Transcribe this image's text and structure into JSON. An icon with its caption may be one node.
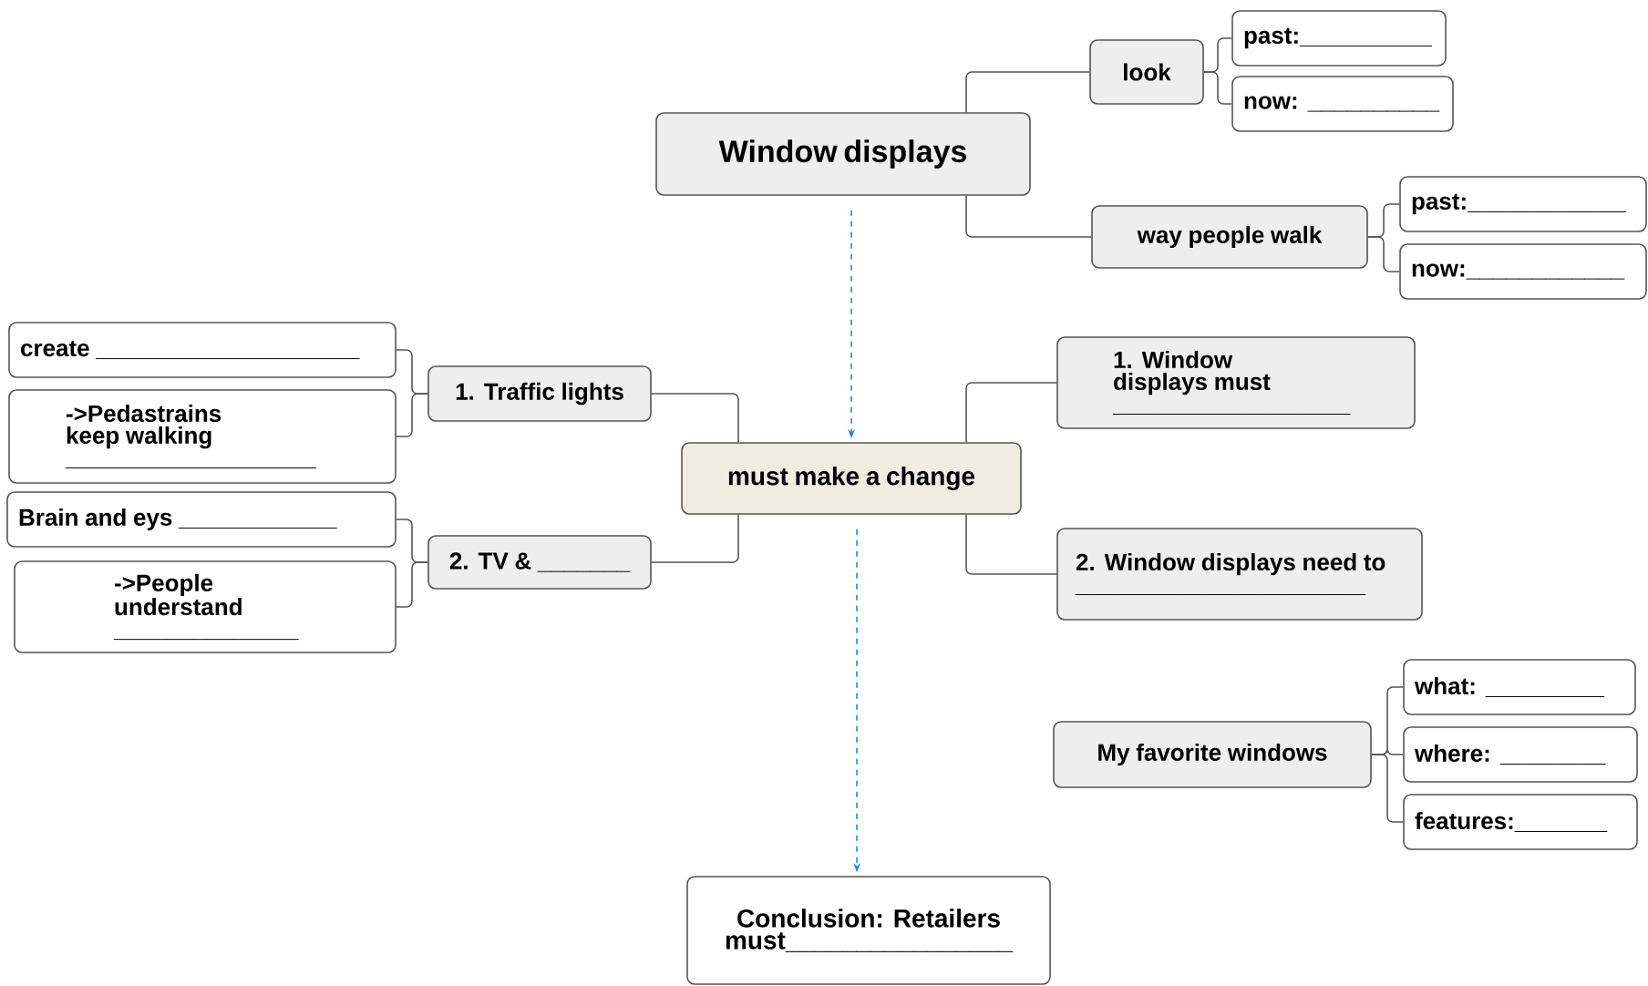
{
  "diagram": {
    "nodes": [
      {
        "text": [
          "Window displays"
        ]
      },
      {
        "text": [
          "look"
        ]
      },
      {
        "text": [
          "past:__________"
        ]
      },
      {
        "text": [
          "now: __________"
        ]
      },
      {
        "text": [
          "way people walk"
        ]
      },
      {
        "text": [
          "past:____________"
        ]
      },
      {
        "text": [
          "now:____________"
        ]
      },
      {
        "text": [
          "must make a change"
        ]
      },
      {
        "text": [
          "1. Traffic lights"
        ]
      },
      {
        "text": [
          "create ____________________"
        ]
      },
      {
        "text": [
          "->Pedastrains keep walking ___________________"
        ]
      },
      {
        "text": [
          "2. TV & _______"
        ]
      },
      {
        "text": [
          "Brain and eys ____________"
        ]
      },
      {
        "text": [
          "->People understand ______________"
        ]
      },
      {
        "text": [
          "1. Window displays must __________________"
        ]
      },
      {
        "text": [
          "2. Window displays need to ______________________"
        ]
      },
      {
        "text": [
          "My favorite windows"
        ]
      },
      {
        "text": [
          "what: _________"
        ]
      },
      {
        "text": [
          "where: ________"
        ]
      },
      {
        "text": [
          "features:_______"
        ]
      },
      {
        "text": [
          "Conclusion:  Retailers must________________"
        ]
      }
    ],
    "edges": [
      {
        "from": 0,
        "to": 1,
        "arrow": "none"
      },
      {
        "from": 0,
        "to": 4,
        "arrow": "none"
      },
      {
        "from": 1,
        "to": 2,
        "arrow": "none"
      },
      {
        "from": 1,
        "to": 3,
        "arrow": "none"
      },
      {
        "from": 4,
        "to": 5,
        "arrow": "none"
      },
      {
        "from": 4,
        "to": 6,
        "arrow": "none"
      },
      {
        "from": 0,
        "to": 7,
        "arrow": "to",
        "style": "dashed",
        "color": "#1e88e5"
      },
      {
        "from": 7,
        "to": 8,
        "arrow": "none"
      },
      {
        "from": 7,
        "to": 11,
        "arrow": "none"
      },
      {
        "from": 7,
        "to": 14,
        "arrow": "none"
      },
      {
        "from": 7,
        "to": 15,
        "arrow": "none"
      },
      {
        "from": 8,
        "to": 9,
        "arrow": "none"
      },
      {
        "from": 8,
        "to": 10,
        "arrow": "none"
      },
      {
        "from": 11,
        "to": 12,
        "arrow": "none"
      },
      {
        "from": 11,
        "to": 13,
        "arrow": "none"
      },
      {
        "from": 16,
        "to": 17,
        "arrow": "none"
      },
      {
        "from": 16,
        "to": 18,
        "arrow": "none"
      },
      {
        "from": 16,
        "to": 19,
        "arrow": "none"
      },
      {
        "from": 7,
        "to": 20,
        "arrow": "to",
        "style": "dashed",
        "color": "#1e88e5"
      }
    ]
  }
}
